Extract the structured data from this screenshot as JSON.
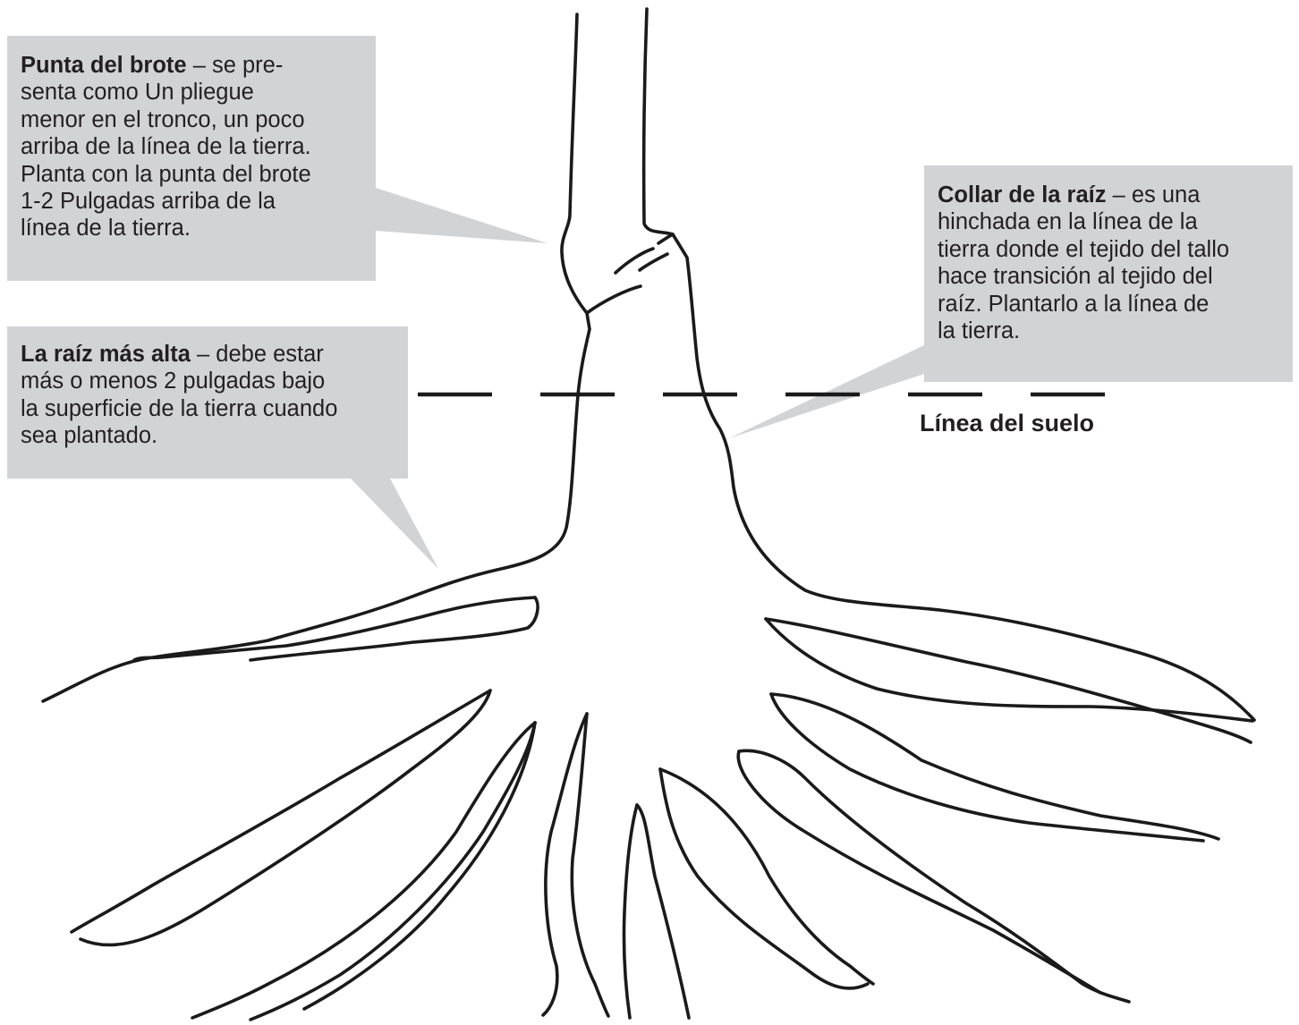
{
  "callouts": {
    "bud": {
      "title": "Punta del brote",
      "lines": [
        " – se pre-",
        "senta como Un pliegue",
        "menor en el tronco, un poco",
        "arriba de la línea de la tierra.",
        "Planta con la punta del brote",
        "1-2 Pulgadas arriba de la",
        "línea de la tierra."
      ]
    },
    "root": {
      "title": "La raíz más alta",
      "lines": [
        " – debe estar",
        "más o menos 2 pulgadas bajo",
        "la superficie de la tierra cuando",
        "sea plantado."
      ]
    },
    "collar": {
      "title": "Collar de la raíz",
      "lines": [
        " – es una",
        "hinchada en la línea de la",
        "tierra donde el tejido del tallo",
        "hace transición al tejido del",
        "raíz. Plantarlo a la línea de",
        "la tierra."
      ]
    }
  },
  "soil_line": {
    "label": "Línea del suelo"
  },
  "colors": {
    "callout_fill": "#d2d3d5",
    "ink": "#231f20",
    "line": "#1a1a1a"
  }
}
